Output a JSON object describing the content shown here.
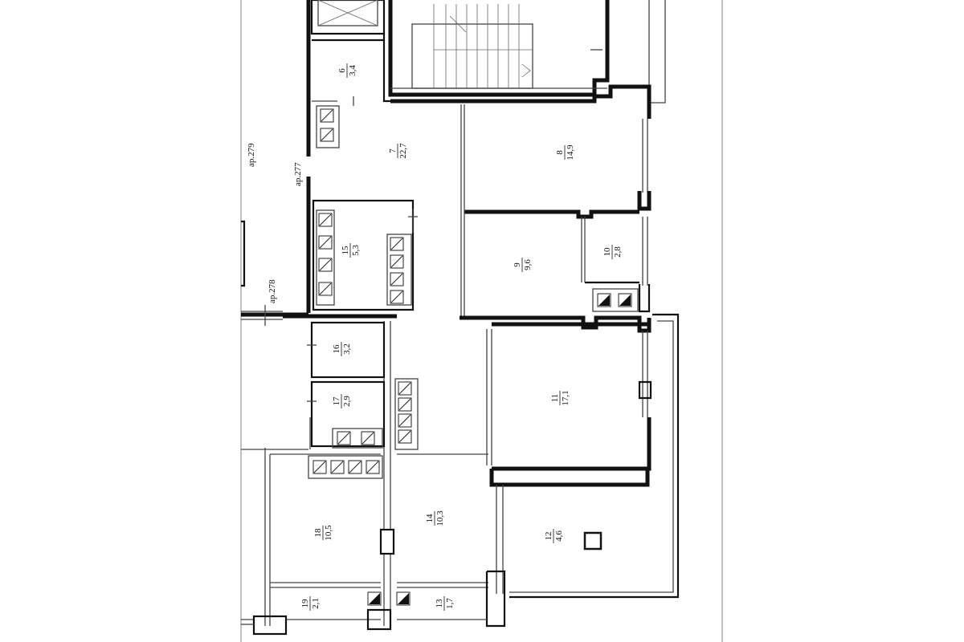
{
  "rooms": [
    {
      "id": "6",
      "number": "6",
      "area": "3,4"
    },
    {
      "id": "7",
      "number": "7",
      "area": "22,7"
    },
    {
      "id": "8",
      "number": "8",
      "area": "14,9"
    },
    {
      "id": "9",
      "number": "9",
      "area": "9,6"
    },
    {
      "id": "10",
      "number": "10",
      "area": "2,8"
    },
    {
      "id": "11",
      "number": "11",
      "area": "17,1"
    },
    {
      "id": "12",
      "number": "12",
      "area": "4,6"
    },
    {
      "id": "13",
      "number": "13",
      "area": "1,7"
    },
    {
      "id": "14",
      "number": "14",
      "area": "10,3"
    },
    {
      "id": "15",
      "number": "15",
      "area": "5,3"
    },
    {
      "id": "16",
      "number": "16",
      "area": "3,2"
    },
    {
      "id": "17",
      "number": "17",
      "area": "2,9"
    },
    {
      "id": "18",
      "number": "18",
      "area": "10,5"
    },
    {
      "id": "19",
      "number": "19",
      "area": "2,1"
    }
  ],
  "annotations": {
    "ap277": "ар.277",
    "ap278": "ар.278",
    "ap279": "ар.279"
  }
}
